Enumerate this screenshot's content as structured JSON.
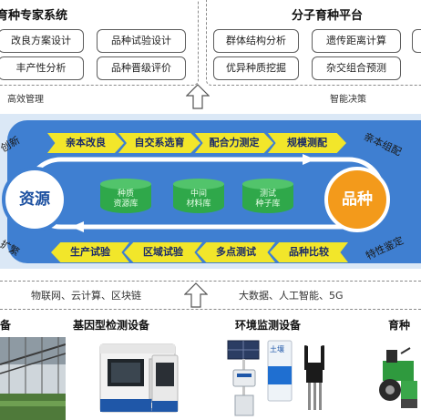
{
  "expert_system": {
    "title": "育种专家系统",
    "items": [
      "改良方案设计",
      "品种试验设计",
      "丰产性分析",
      "品种晋级评价"
    ],
    "caption": "高效管理"
  },
  "molecular_platform": {
    "title": "分子育种平台",
    "items": [
      "群体结构分析",
      "遗传距离计算",
      "优异种质挖掘",
      "杂交组合预测"
    ],
    "caption": "智能决策"
  },
  "flow": {
    "top_steps": [
      "亲本改良",
      "自交系选育",
      "配合力测定",
      "规模测配"
    ],
    "bottom_steps": [
      "生产试验",
      "区域试验",
      "多点测试",
      "品种比较"
    ],
    "left_top_label": "创新",
    "left_bottom_label": "扩繁",
    "right_top_label": "亲本组配",
    "right_bottom_label": "特性鉴定",
    "source_circle": "资源",
    "variety_circle": "品种",
    "drums": [
      {
        "line1": "种质",
        "line2": "资源库"
      },
      {
        "line1": "中间",
        "line2": "材料库"
      },
      {
        "line1": "测试",
        "line2": "种子库"
      }
    ]
  },
  "tech": {
    "left": "物联网、云计算、区块链",
    "right": "大数据、人工智能、5G"
  },
  "devices": {
    "items": [
      "备",
      "基因型检测设备",
      "环境监测设备",
      "育种"
    ],
    "sensor_label": "土壤"
  },
  "colors": {
    "band": "#3f7fd1",
    "chevron": "#f2e62a",
    "drum": "#2fa84a",
    "variety_circle": "#f39a1b"
  }
}
